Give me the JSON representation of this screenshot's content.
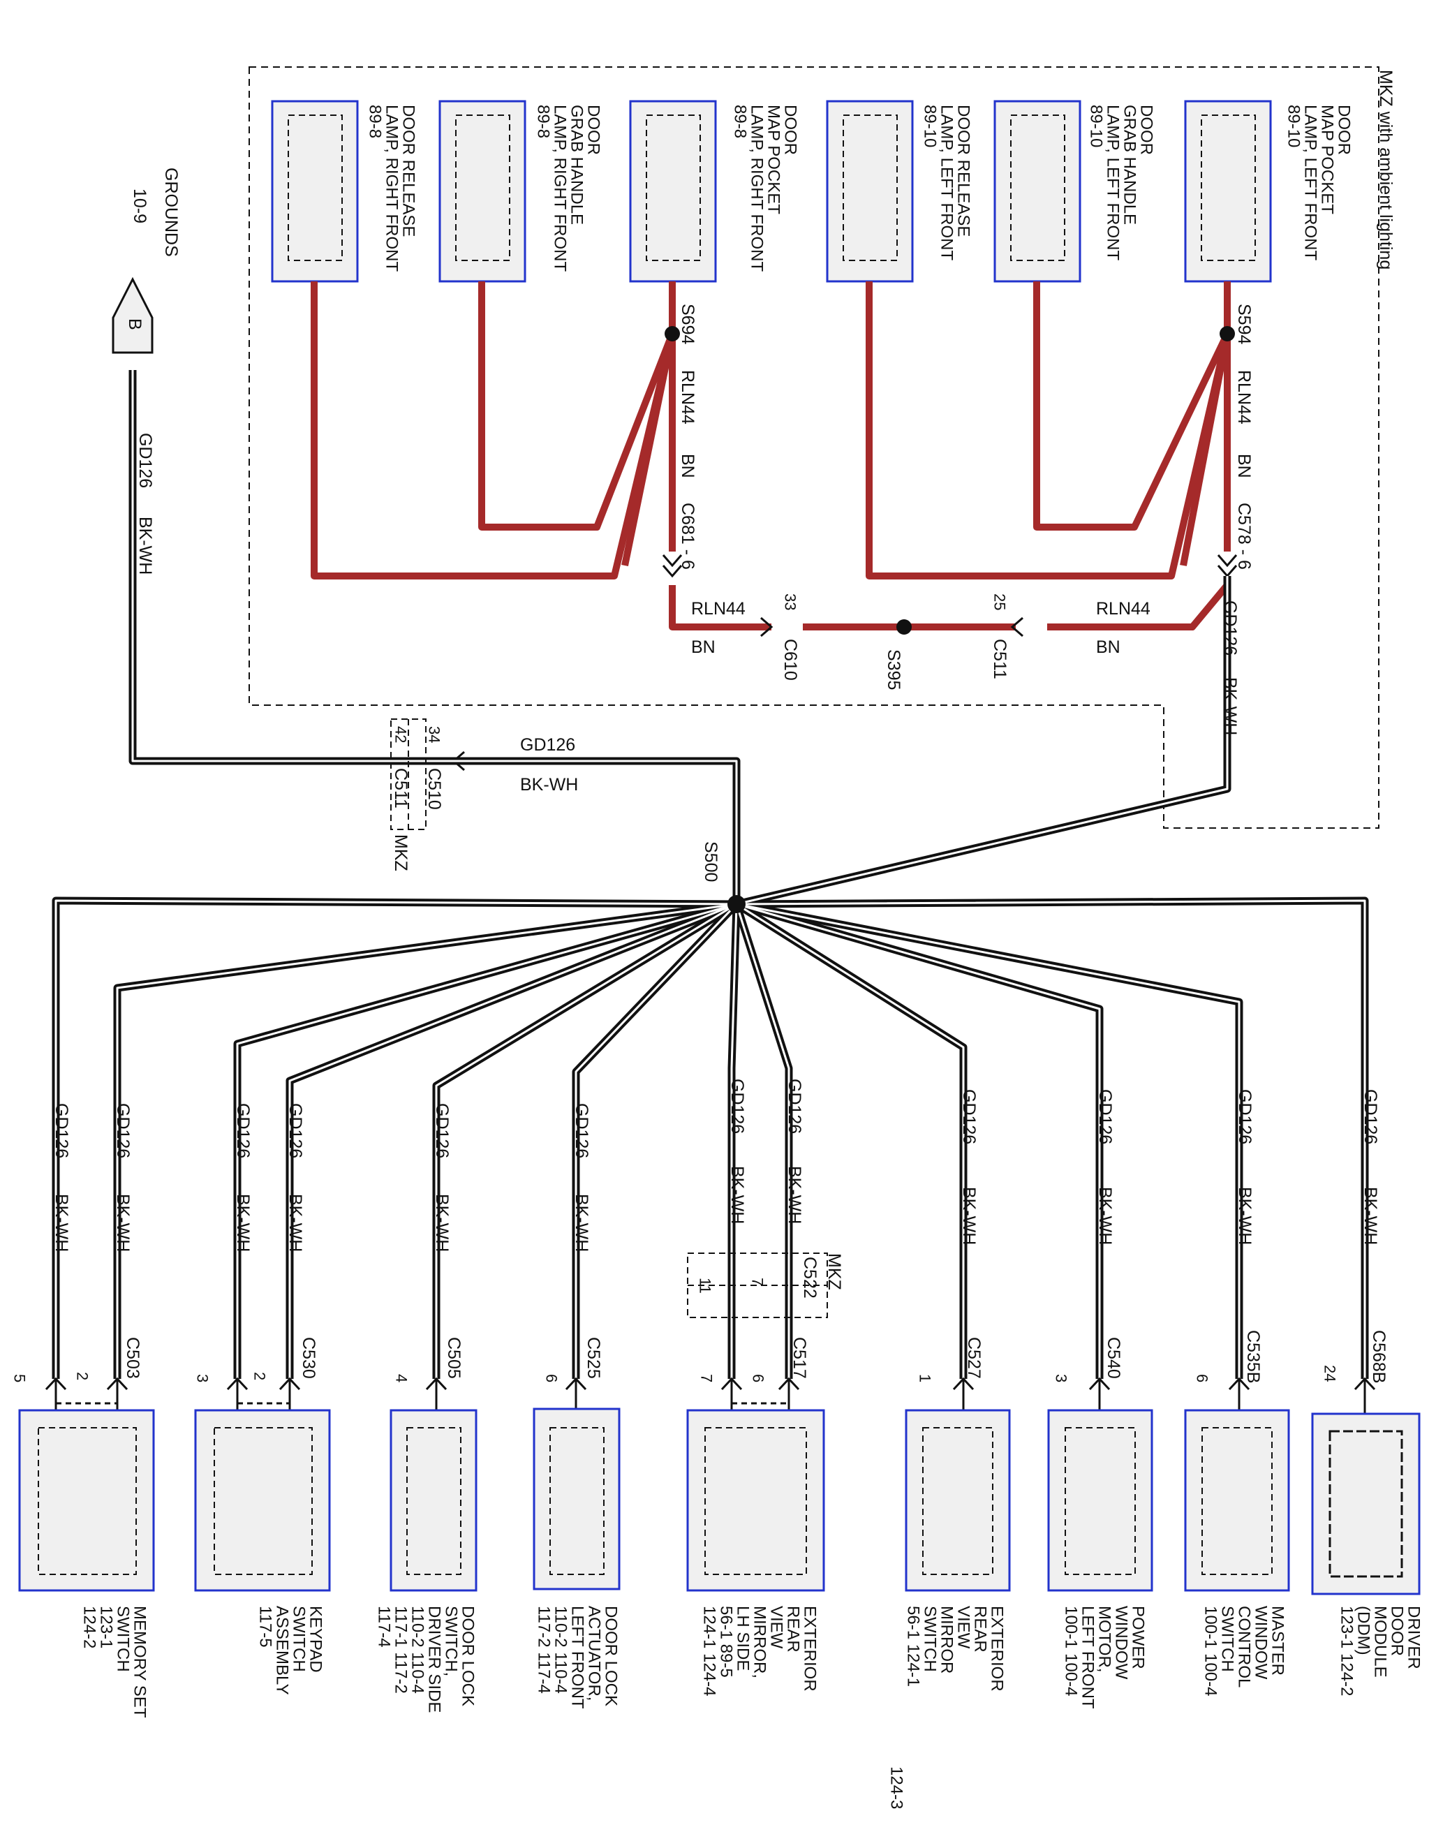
{
  "colors": {
    "ground_wire": "#111111",
    "lamp_wire": "#a52a2a",
    "component_border": "#2233cc",
    "component_fill": "#f0f0f0"
  },
  "ground_terminal": {
    "title": "GROUNDS",
    "ref": "10-9",
    "letter": "B"
  },
  "ambient_box_label": "MKZ with ambient lighting",
  "lamps": [
    {
      "name": "DOOR RELEASE",
      "line2": "LAMP, RIGHT FRONT",
      "line3": "89-8"
    },
    {
      "name": "DOOR",
      "line2": "GRAB HANDLE",
      "line3": "LAMP, RIGHT FRONT",
      "line4": "89-8"
    },
    {
      "name": "DOOR",
      "line2": "MAP POCKET",
      "line3": "LAMP, RIGHT FRONT",
      "line4": "89-8"
    },
    {
      "name": "DOOR RELEASE",
      "line2": "LAMP, LEFT FRONT",
      "line3": "89-10"
    },
    {
      "name": "DOOR",
      "line2": "GRAB HANDLE",
      "line3": "LAMP, LEFT FRONT",
      "line4": "89-10"
    },
    {
      "name": "DOOR",
      "line2": "MAP POCKET",
      "line3": "LAMP, LEFT FRONT",
      "line4": "89-10"
    }
  ],
  "splices": {
    "right": "S694",
    "left": "S594",
    "mid": "S395",
    "main": "S500"
  },
  "lamp_wire": {
    "circuit": "RLN44",
    "color": "BN"
  },
  "ground_wire": {
    "circuit": "GD126",
    "color": "BK-WH"
  },
  "connectors": {
    "c681": "C681 - 6",
    "c578": "C578 - 6",
    "c610": "C610",
    "c610_pin": "33",
    "c511_mid": "C511",
    "c511_mid_pin": "25",
    "c510": "C510",
    "c510_pin": "34",
    "c511_top": "C511",
    "c511_top_pin": "42",
    "mkz": "MKZ",
    "c522": "C522",
    "c522_pin_a": "7",
    "c522_pin_b": "11"
  },
  "components": [
    {
      "connector": "C503",
      "pins": [
        "5",
        "2"
      ],
      "lines": [
        "MEMORY SET",
        "SWITCH",
        "123-1",
        "124-2"
      ]
    },
    {
      "connector": "C530",
      "pins": [
        "3",
        "2"
      ],
      "lines": [
        "KEYPAD",
        "SWITCH",
        "ASSEMBLY",
        "117-5"
      ]
    },
    {
      "connector": "C505",
      "pins": [
        "4"
      ],
      "lines": [
        "DOOR LOCK",
        "SWITCH,",
        "DRIVER SIDE",
        "110-2     110-4",
        "117-1     117-2",
        "117-4"
      ]
    },
    {
      "connector": "C525",
      "pins": [
        "6"
      ],
      "lines": [
        "DOOR LOCK",
        "ACTUATOR,",
        "LEFT FRONT",
        "110-2     110-4",
        "117-2     117-4"
      ]
    },
    {
      "connector": "C517",
      "pins": [
        "7",
        "6"
      ],
      "lines": [
        "EXTERIOR",
        "REAR",
        "VIEW",
        "MIRROR,",
        "LH SIDE",
        "56-1       89-5",
        "124-1     124-4"
      ]
    },
    {
      "connector": "C527",
      "pins": [
        "1"
      ],
      "lines": [
        "EXTERIOR",
        "REAR",
        "VIEW",
        "MIRROR",
        "SWITCH",
        "56-1       124-1",
        "",
        "124-3"
      ]
    },
    {
      "connector": "C540",
      "pins": [
        "3"
      ],
      "lines": [
        "POWER",
        "WINDOW",
        "MOTOR,",
        "LEFT FRONT",
        "100-1     100-4"
      ]
    },
    {
      "connector": "C535B",
      "pins": [
        "6"
      ],
      "lines": [
        "MASTER",
        "WINDOW",
        "CONTROL",
        "SWITCH",
        "100-1     100-4"
      ]
    },
    {
      "connector": "C568B",
      "pins": [
        "24"
      ],
      "lines": [
        "DRIVER",
        "DOOR",
        "MODULE",
        "(DDM)",
        "123-1     124-2"
      ]
    }
  ]
}
